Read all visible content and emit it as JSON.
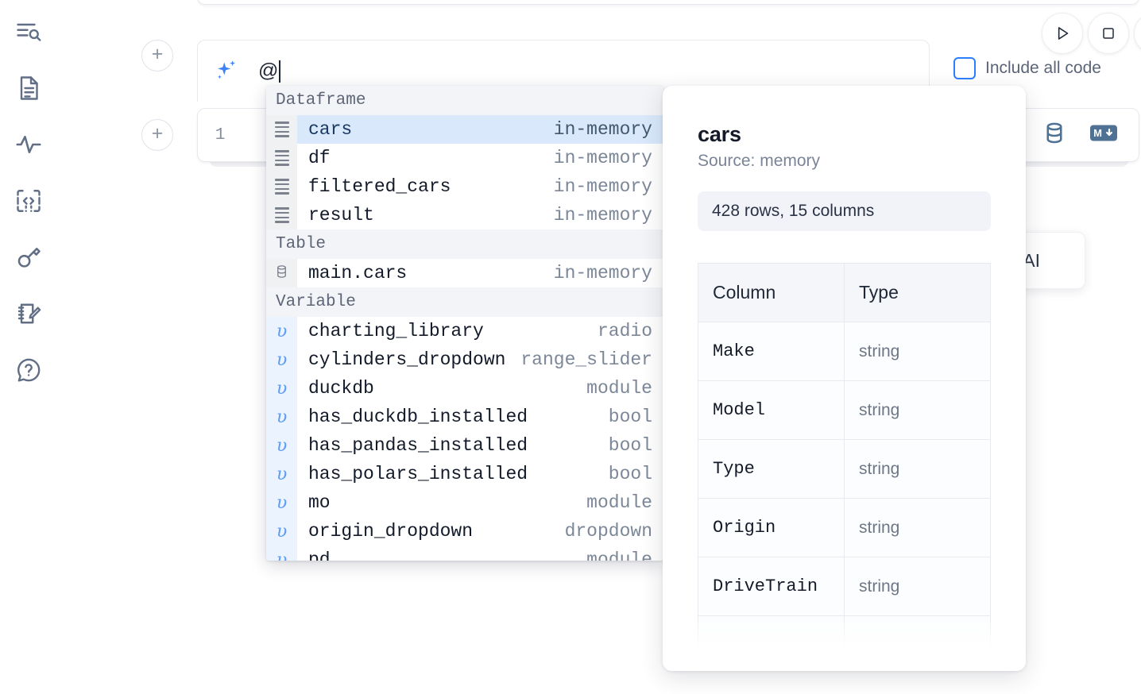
{
  "sidebar": {
    "items": [
      {
        "name": "file-explorer-icon",
        "label": "Explore files"
      },
      {
        "name": "document-icon",
        "label": "Notebook"
      },
      {
        "name": "activity-icon",
        "label": "Activity"
      },
      {
        "name": "code-brackets-icon",
        "label": "Snippets"
      },
      {
        "name": "key-icon",
        "label": "Secrets"
      },
      {
        "name": "scratchpad-icon",
        "label": "Scratchpad"
      },
      {
        "name": "help-icon",
        "label": "Help"
      }
    ]
  },
  "toolbar": {
    "run_label": "Run",
    "stop_label": "Stop",
    "include_all_code_label": "Include all code",
    "include_all_code_checked": false,
    "accent_color": "#2b7fff"
  },
  "ai_prompt": {
    "value": "@",
    "icon": "ai-sparkle-icon"
  },
  "code_cell": {
    "line_number": "1",
    "tools": [
      {
        "name": "database-icon",
        "label": "SQL cell"
      },
      {
        "name": "markdown-icon",
        "label": "Markdown cell"
      }
    ]
  },
  "ai_chip": {
    "label": "h AI"
  },
  "autocomplete": {
    "sections": [
      {
        "title": "Dataframe",
        "kind": "df",
        "glyph": "bars",
        "items": [
          {
            "label": "cars",
            "meta": "in-memory",
            "selected": true
          },
          {
            "label": "df",
            "meta": "in-memory",
            "selected": false
          },
          {
            "label": "filtered_cars",
            "meta": "in-memory",
            "selected": false
          },
          {
            "label": "result",
            "meta": "in-memory",
            "selected": false
          }
        ]
      },
      {
        "title": "Table",
        "kind": "table",
        "glyph": "db",
        "items": [
          {
            "label": "main.cars",
            "meta": "in-memory",
            "selected": false
          }
        ]
      },
      {
        "title": "Variable",
        "kind": "var",
        "glyph": "v",
        "items": [
          {
            "label": "charting_library",
            "meta": "radio",
            "selected": false
          },
          {
            "label": "cylinders_dropdown",
            "meta": "range_slider",
            "selected": false
          },
          {
            "label": "duckdb",
            "meta": "module",
            "selected": false
          },
          {
            "label": "has_duckdb_installed",
            "meta": "bool",
            "selected": false
          },
          {
            "label": "has_pandas_installed",
            "meta": "bool",
            "selected": false
          },
          {
            "label": "has_polars_installed",
            "meta": "bool",
            "selected": false
          },
          {
            "label": "mo",
            "meta": "module",
            "selected": false
          },
          {
            "label": "origin_dropdown",
            "meta": "dropdown",
            "selected": false
          },
          {
            "label": "pd",
            "meta": "module",
            "selected": false
          }
        ]
      }
    ]
  },
  "detail": {
    "title": "cars",
    "source": "Source: memory",
    "stat": "428 rows, 15 columns",
    "columns_header": [
      "Column",
      "Type"
    ],
    "rows": [
      {
        "column": "Make",
        "type": "string"
      },
      {
        "column": "Model",
        "type": "string"
      },
      {
        "column": "Type",
        "type": "string"
      },
      {
        "column": "Origin",
        "type": "string"
      },
      {
        "column": "DriveTrain",
        "type": "string"
      },
      {
        "column": "",
        "type": ""
      }
    ]
  }
}
